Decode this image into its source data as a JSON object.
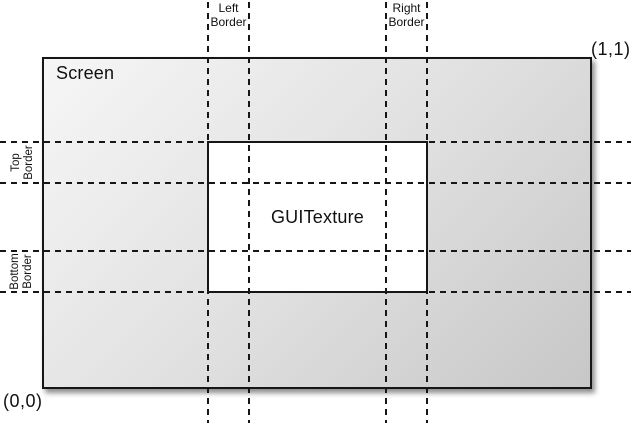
{
  "colors": {
    "line": "#161616",
    "text": "#111111",
    "screen_grad_start": "#f6f6f6",
    "screen_grad_mid": "#e2e2e2",
    "screen_grad_end": "#c7c7c7",
    "texture_fill": "#ffffff",
    "page_bg": "#ffffff"
  },
  "diagram": {
    "screen_label": "Screen",
    "texture_label": "GUITexture",
    "origin_label": "(0,0)",
    "top_right_label": "(1,1)",
    "borders": {
      "left": {
        "line1": "Left",
        "line2": "Border"
      },
      "right": {
        "line1": "Right",
        "line2": "Border"
      },
      "top": {
        "line1": "Top",
        "line2": "Border"
      },
      "bottom": {
        "line1": "Bottom",
        "line2": "Border"
      }
    }
  }
}
